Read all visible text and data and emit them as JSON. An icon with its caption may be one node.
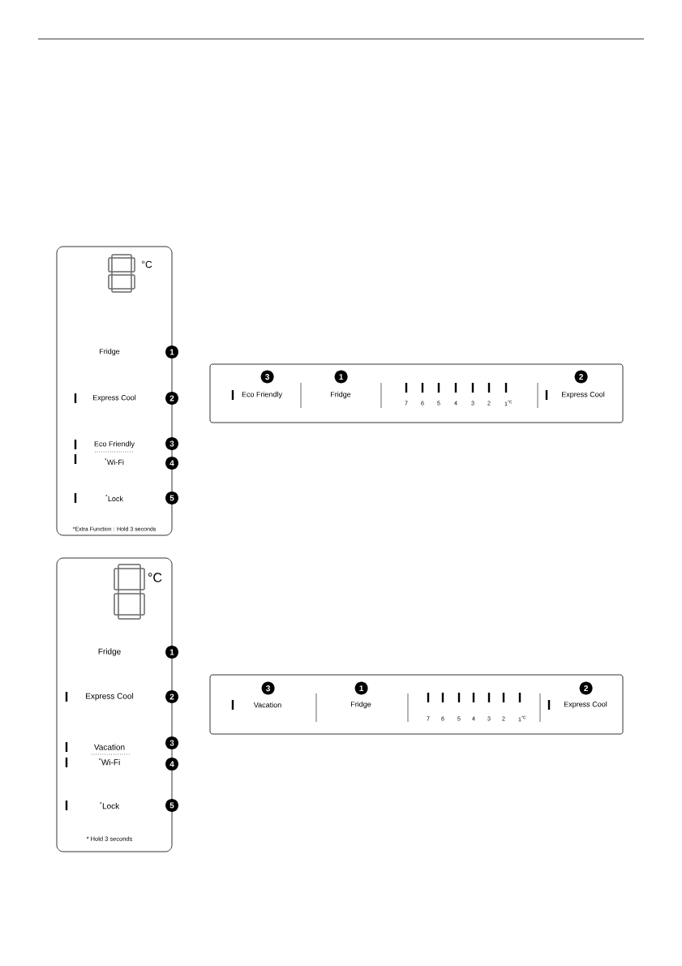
{
  "diagram": {
    "nodes": [
      {
        "text": [
          "°C",
          "Fridge",
          "Express Cool",
          "Eco Friendly",
          "$^{*}$Wi-Fi",
          "$^{*}$Lock",
          "*Extra Function : Hold 3 seconds"
        ]
      },
      {
        "text": [
          "1"
        ]
      },
      {
        "text": [
          "2"
        ]
      },
      {
        "text": [
          "3"
        ]
      },
      {
        "text": [
          "4"
        ]
      },
      {
        "text": [
          "5"
        ]
      },
      {
        "text": [
          "Eco Friendly",
          "Fridge",
          "7",
          "6",
          "5",
          "4",
          "3",
          "2",
          "1$^{°C}$",
          "Express Cool"
        ]
      },
      {
        "text": [
          "3"
        ],
        "in": 6
      },
      {
        "text": [
          "1"
        ],
        "in": 6
      },
      {
        "text": [
          "2"
        ],
        "in": 6
      },
      {
        "text": [
          "°C",
          "Fridge",
          "Express Cool",
          "Vacation",
          "$^{*}$Wi-Fi",
          "$^{*}$Lock",
          "* Hold 3 seconds"
        ]
      },
      {
        "text": [
          "1"
        ]
      },
      {
        "text": [
          "2"
        ]
      },
      {
        "text": [
          "3"
        ]
      },
      {
        "text": [
          "4"
        ]
      },
      {
        "text": [
          "5"
        ]
      },
      {
        "text": [
          "Vacation",
          "Fridge",
          "7",
          "6",
          "5",
          "4",
          "3",
          "2",
          "1$^{°C}$",
          "Express Cool"
        ]
      },
      {
        "text": [
          "3"
        ],
        "in": 16
      },
      {
        "text": [
          "1"
        ],
        "in": 16
      },
      {
        "text": [
          "2"
        ],
        "in": 16
      }
    ]
  }
}
